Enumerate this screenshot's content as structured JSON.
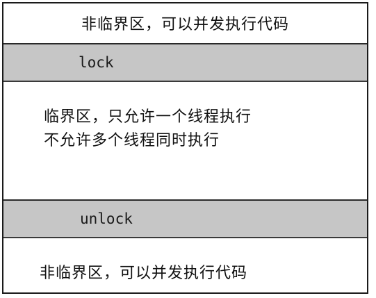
{
  "diagram": {
    "top_section": "非临界区，可以并发执行代码",
    "lock_label": "lock",
    "critical_section": {
      "line1": "临界区，只允许一个线程执行",
      "line2": "不允许多个线程同时执行"
    },
    "unlock_label": "unlock",
    "bottom_section": "非临界区，可以并发执行代码"
  }
}
